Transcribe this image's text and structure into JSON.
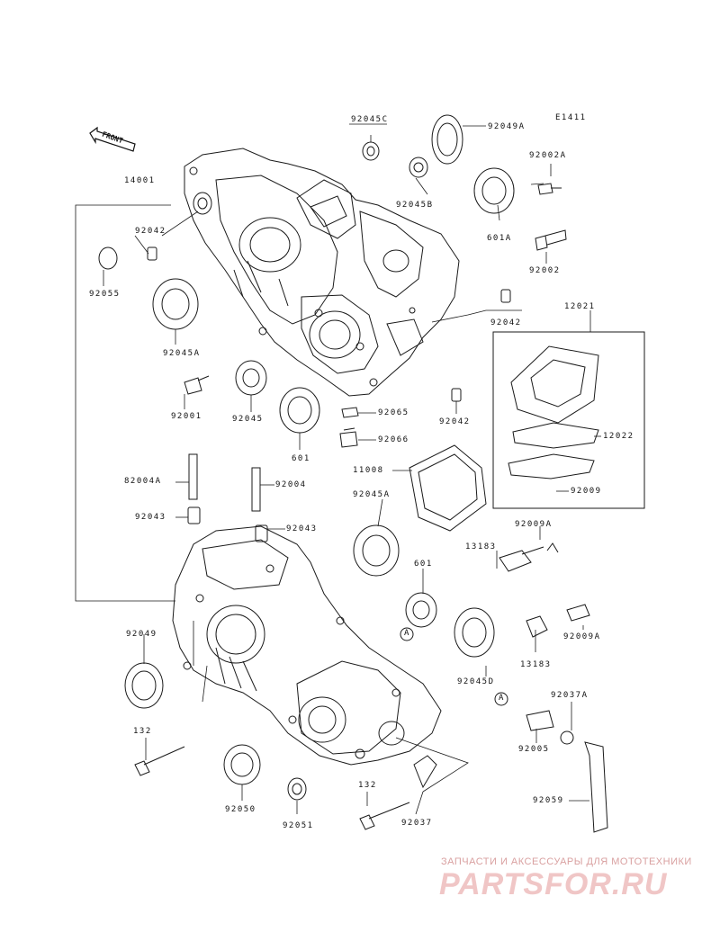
{
  "diagram_code": "E1411",
  "front_label": "FRONT",
  "watermark": {
    "tagline": "ЗАПЧАСТИ И АКСЕССУАРЫ ДЛЯ МОТОТЕХНИКИ",
    "logo": "PARTSFOR.RU"
  },
  "callouts": [
    "A",
    "A"
  ],
  "parts": [
    "92045C",
    "92049A",
    "92002A",
    "14001",
    "92045B",
    "92042",
    "601A",
    "92002",
    "92055",
    "92045A",
    "92042",
    "12021",
    "92001",
    "92045",
    "601",
    "92065",
    "92042",
    "92066",
    "12022",
    "11008",
    "82004A",
    "92004",
    "92009",
    "92043",
    "92043",
    "92045A",
    "13183",
    "92009A",
    "601",
    "92049",
    "92009A",
    "13183",
    "92045D",
    "92037A",
    "132",
    "92005",
    "132",
    "92059",
    "92050",
    "92051",
    "92037"
  ]
}
